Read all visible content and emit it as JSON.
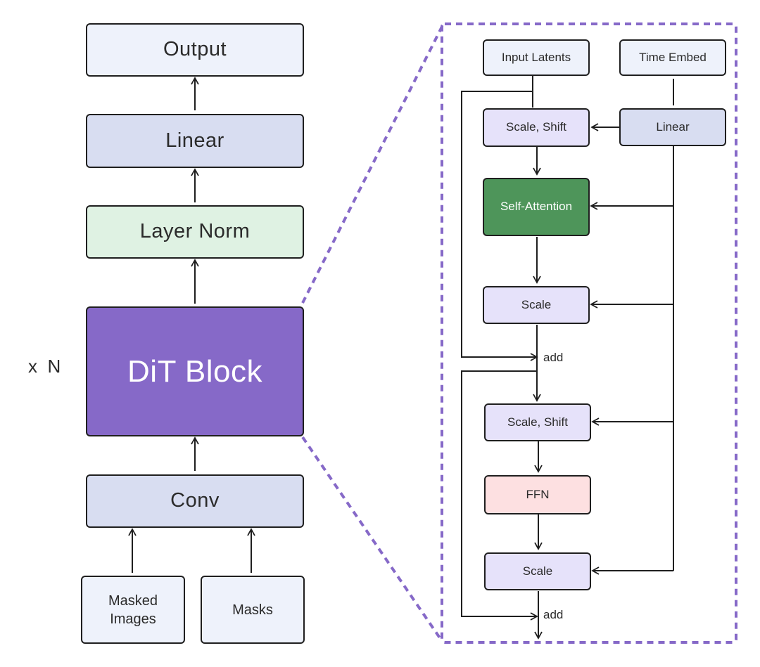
{
  "colors": {
    "output": "#eef2fb",
    "linear": "#d8ddf1",
    "layer_norm": "#dff2e3",
    "dit": "#8669c8",
    "conv": "#d8ddf1",
    "input": "#eef2fb",
    "scale": "#e6e2fa",
    "self_attention": "#4e955a",
    "ffn": "#fde0e1",
    "dash": "#8669c8"
  },
  "left": {
    "output": "Output",
    "linear": "Linear",
    "layer_norm": "Layer Norm",
    "dit_block": "DiT Block",
    "conv": "Conv",
    "masked_images": "Masked\nImages",
    "masks": "Masks",
    "repeat": "x  N"
  },
  "right": {
    "input_latents": "Input Latents",
    "time_embed": "Time Embed",
    "scale_shift_1": "Scale, Shift",
    "linear": "Linear",
    "self_attention": "Self-Attention",
    "scale_1": "Scale",
    "add_1": "add",
    "scale_shift_2": "Scale, Shift",
    "ffn": "FFN",
    "scale_2": "Scale",
    "add_2": "add"
  }
}
